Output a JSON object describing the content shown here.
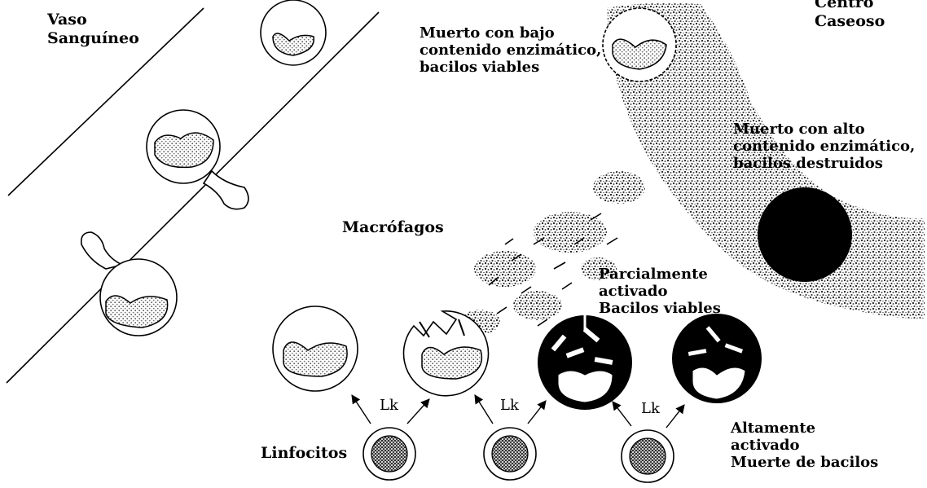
{
  "labels": {
    "vessel": [
      "Vaso",
      "Sanguíneo"
    ],
    "caseous_center": [
      "Centro",
      "Caseoso"
    ],
    "dead_low_enzyme": [
      "Muerto con bajo",
      "contenido enzimático,",
      "bacilos viables"
    ],
    "dead_high_enzyme": [
      "Muerto con alto",
      "contenido enzimático,",
      "bacilos destruidos"
    ],
    "macrophages": "Macrófagos",
    "partially_activated": [
      "Parcialmente",
      "activado",
      "Bacilos viables"
    ],
    "highly_activated": [
      "Altamente",
      "activado",
      "Muerte de bacilos"
    ],
    "lymphocytes": "Linfocitos",
    "lk": "Lk"
  },
  "colors": {
    "ink": "#000000",
    "paper": "#ffffff",
    "stipple": "#7a7a7a"
  }
}
